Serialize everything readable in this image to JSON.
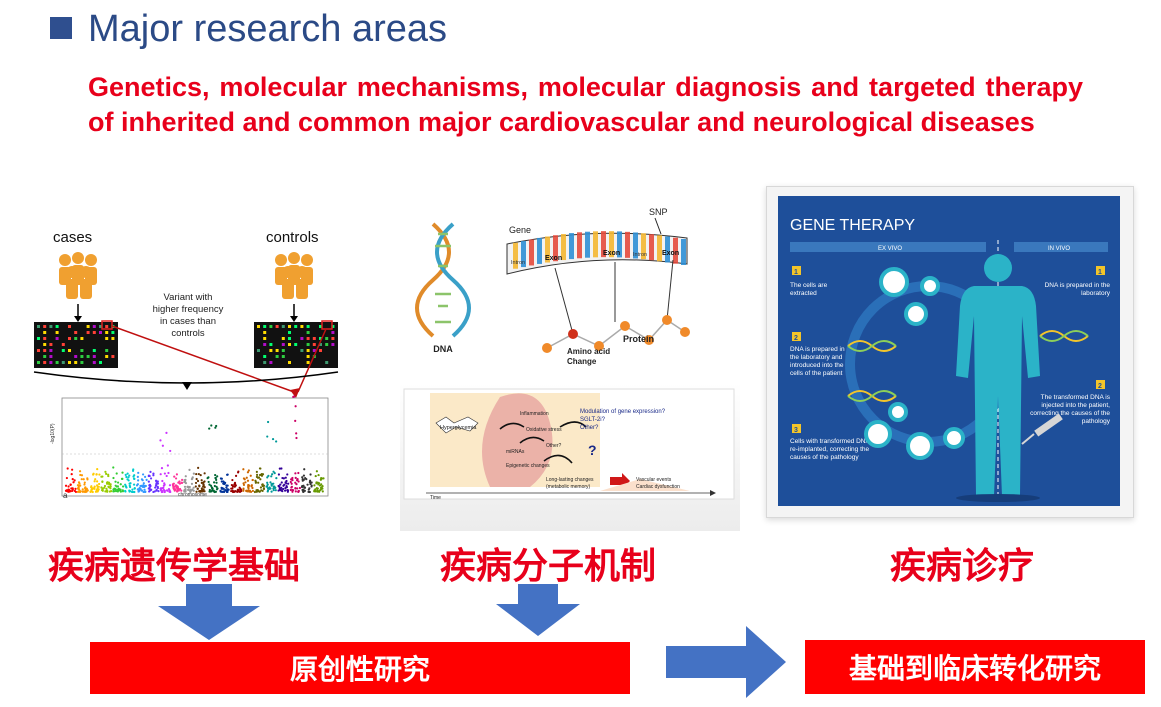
{
  "header": {
    "title": "Major research areas",
    "subtitle": "Genetics, molecular mechanisms, molecular diagnosis and targeted therapy of inherited and common major cardiovascular and neurological diseases"
  },
  "gwas_panel": {
    "cases_label": "cases",
    "controls_label": "controls",
    "variant_note_line1": "Variant with",
    "variant_note_line2": "higher frequency",
    "variant_note_line3": "in cases than",
    "variant_note_line4": "controls",
    "plot_label": "a",
    "x_axis": "chromosome",
    "y_axis": "-log10(P)"
  },
  "molecular_panel": {
    "dna_label": "DNA",
    "gene_label": "Gene",
    "snp_label": "SNP",
    "exon_labels": [
      "Exon",
      "Exon",
      "Exon"
    ],
    "intron_labels": [
      "Intron",
      "Intron"
    ],
    "protein_label": "Protein",
    "amino_acid_line1": "Amino acid",
    "amino_acid_line2": "Change"
  },
  "mechanism_panel": {
    "hyperglycemia": "Hyperglycemia",
    "inflammation": "Inflammation",
    "oxidative_stress": "Oxidative stress",
    "mirnas": "miRNAs",
    "other": "Other?",
    "epigenetic": "Epigenetic changes",
    "modulation_line1": "Modulation of gene expression?",
    "modulation_line2": "SGLT-2i?",
    "modulation_line3": "Other?",
    "question": "?",
    "long_lasting_line1": "Long-lasting changes",
    "long_lasting_line2": "(metabolic memory)",
    "vascular_line1": "Vascular events",
    "vascular_line2": "Cardiac dysfunction",
    "time_label": "Time"
  },
  "gene_therapy_panel": {
    "title": "GENE THERAPY",
    "ex_vivo": "EX VIVO",
    "in_vivo": "IN VIVO",
    "step1_left": "The cells are extracted",
    "step2_left": "DNA is prepared in the laboratory and introduced into the cells of the patient",
    "step3_left": "Cells with transformed DNA are re-implanted, correcting the causes of the pathology",
    "step1_right": "DNA is prepared in the laboratory",
    "step2_right": "The transformed DNA is injected into the patient, correcting the causes of the pathology",
    "num1": "1",
    "num2": "2",
    "num3": "3",
    "colors": {
      "background": "#1e4f9a",
      "accent": "#f3c52a",
      "figure": "#2bb3c8"
    }
  },
  "labels": {
    "genetics_cn": "疾病遗传学基础",
    "molecular_cn": "疾病分子机制",
    "diagnosis_cn": "疾病诊疗"
  },
  "bars": {
    "original_research": "原创性研究",
    "translational": "基础到临床转化研究"
  },
  "colors": {
    "title_blue": "#2b4a86",
    "red": "#e8001b",
    "arrow_blue": "#4472c4",
    "bar_red": "#ff0000"
  }
}
